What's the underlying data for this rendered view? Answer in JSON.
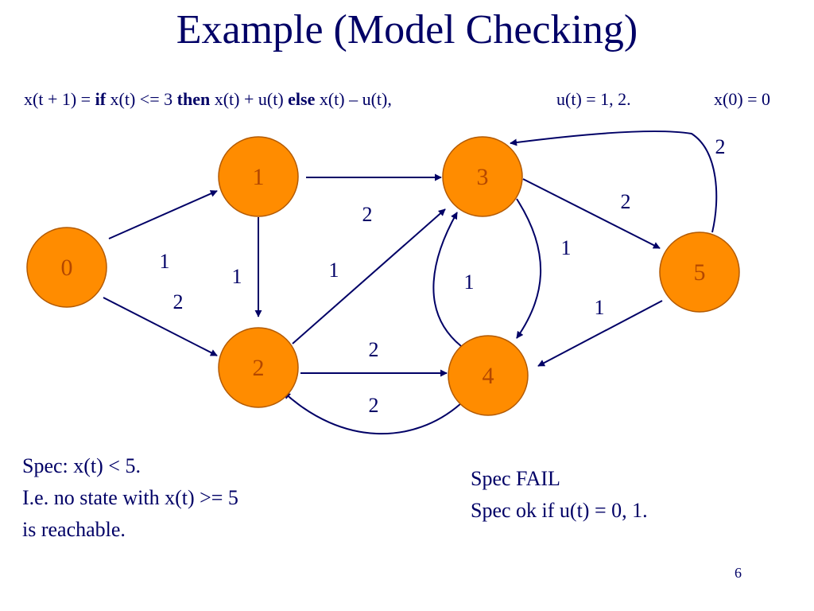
{
  "title": "Example (Model Checking)",
  "formula": {
    "lhs": "x(t + 1) =",
    "kw_if": "if",
    "cond": "x(t) <= 3",
    "kw_then": "then",
    "then_expr": "x(t) + u(t)",
    "kw_else": "else",
    "else_expr": "x(t) – u(t),",
    "inputs": "u(t) = 1, 2.",
    "init": "x(0) = 0"
  },
  "colors": {
    "node_fill": "#ff8c00",
    "node_stroke": "#b35a00",
    "node_text": "#b34700",
    "ink": "#000066"
  },
  "graph": {
    "nodes": [
      {
        "id": "0",
        "label": "0"
      },
      {
        "id": "1",
        "label": "1"
      },
      {
        "id": "2",
        "label": "2"
      },
      {
        "id": "3",
        "label": "3"
      },
      {
        "id": "4",
        "label": "4"
      },
      {
        "id": "5",
        "label": "5"
      }
    ],
    "edges": [
      {
        "from": "0",
        "to": "1",
        "label": "1"
      },
      {
        "from": "0",
        "to": "2",
        "label": "2"
      },
      {
        "from": "1",
        "to": "3",
        "label": "2"
      },
      {
        "from": "1",
        "to": "2",
        "label": "1"
      },
      {
        "from": "2",
        "to": "3",
        "label": "1"
      },
      {
        "from": "2",
        "to": "4",
        "label": "2"
      },
      {
        "from": "4",
        "to": "2",
        "label": "2"
      },
      {
        "from": "4",
        "to": "3",
        "label": "1"
      },
      {
        "from": "3",
        "to": "4",
        "label": "1"
      },
      {
        "from": "3",
        "to": "5",
        "label": "2"
      },
      {
        "from": "5",
        "to": "4",
        "label": "1"
      },
      {
        "from": "5",
        "to": "3",
        "label": "2"
      }
    ]
  },
  "spec_left": [
    "Spec: x(t) < 5.",
    "I.e. no state with x(t) >= 5",
    "is reachable."
  ],
  "spec_right": [
    "Spec FAIL",
    "Spec ok if u(t) = 0, 1."
  ],
  "slide_number": "6"
}
